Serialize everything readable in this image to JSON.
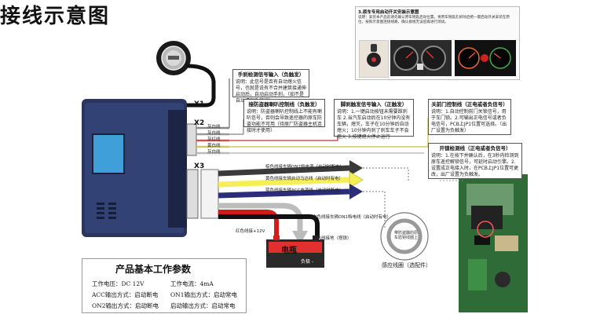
{
  "title": "接线示意图",
  "install_panel": {
    "heading": "3.原车专用启动开关安装示意图",
    "text": "说明：安装本产品前请先确认原车钥匙启动位置，将原车钥匙孔拆除后把一键启动开关安装在原位，按照示意图连接线路，确认接线无误后再进行测试。"
  },
  "connector_labels": [
    "X1",
    "X2",
    "X3"
  ],
  "wire_labels": [
    "灰白线",
    "灰白线",
    "灰红线",
    "黄白线",
    "灰白线"
  ],
  "boxes": {
    "handbrake": {
      "heading": "手刹检测信号输入（负触发）",
      "body": "说明：此信号是否有自动熄火信号，也就是说有不合并建筑接通伸启动后，自动启动手刹，（如不是自动请勿改接线）"
    },
    "anti_theft": {
      "heading": "接防盗器喇叭控制线（负触发）",
      "body": "说明：防盗器喇叭控制线上不能有喇叭信号，否则会导致遥控器的原车防盗功能不可用（待原厂防盗器主机连接时才使用）"
    },
    "brake": {
      "heading": "脚刹触发信号输入（正触发）",
      "body": "说明：1.一键启动按钮未需要踩刹车 2.当汽车启动后在10分钟内没有车辆，熄灭，车子在10分钟后自动熄火；10分钟内刹了刹车车子不会熄火 3.按键熄火停止运行"
    },
    "door": {
      "heading": "关前门控制线（正电或者负信号）",
      "body": "说明：1.自动控制前门关锁信号，用于车门锁。2.可输出正电信号或者负电信号，PCB上JP1位置可选择。（出厂设置为负触发）"
    },
    "trunk": {
      "heading": "开锁检测线（正电或者负信号）",
      "body": "说明：1.在按下并确认后，在3秒内检测到原车遥控解锁信号，可延时启动引擎。2.设置成正电接入时，在PCB上JP1位置可更改，出厂设置为负触发。"
    }
  },
  "output_wires": {
    "on2": "棕色线接车辆ON2档电源（启动时断电）",
    "ign": "黄色线接车辆启动马达线（启动时有电）",
    "acc": "蓝色线接车辆ACC电源线（启动时断电）",
    "on1": "白色线接车辆ON1档电线（启动时有电）",
    "power": "红色线接+12V",
    "ground": "黑色线接地（搭铁）"
  },
  "battery_label": "电瓶",
  "battery_minus": "负极 -",
  "sensor": {
    "ring_text": "带防盗器的原车匙钥线圈上",
    "caption": "感应线圈（选配件）"
  },
  "params": {
    "title": "产品基本工作参数",
    "voltage_label": "工作电压：DC 12V",
    "current_label": "工作电流：4mA",
    "acc_label": "ACC输出方式：启动断电",
    "on1_label": "ON1输出方式：启动常电",
    "on2_label": "ON2输出方式：启动断电",
    "ign_label": "启动输出方式：启动常电"
  },
  "colors": {
    "module_body": "#2a3660",
    "module_edge": "#1a2240",
    "module_screen": "#3f9fd8",
    "wire_brown": "#3a3a3a",
    "wire_yellow": "#f5ee55",
    "wire_blue": "#2c2d7a",
    "wire_white": "#bcbcbc",
    "wire_red": "#d11c1c",
    "wire_black": "#111111"
  },
  "icons": [
    "start-button-icon",
    "battery-icon",
    "sensor-ring-icon"
  ]
}
